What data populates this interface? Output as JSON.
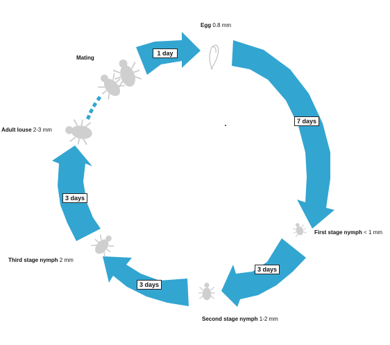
{
  "colors": {
    "arrow": "#33a5d1",
    "louse": "#cfcfcf",
    "text": "#111111"
  },
  "stages": {
    "egg": {
      "name": "Egg",
      "size": "0.8 mm"
    },
    "first_nymph": {
      "name": "First stage nymph",
      "size": "< 1 mm"
    },
    "second_nymph": {
      "name": "Second stage nymph",
      "size": "1-2 mm"
    },
    "third_nymph": {
      "name": "Third stage nymph",
      "size": "2 mm"
    },
    "adult": {
      "name": "Adult louse",
      "size": "2-3 mm"
    },
    "mating": {
      "name": "Mating"
    }
  },
  "durations": {
    "egg_to_first": "7 days",
    "first_to_second": "3 days",
    "second_to_third": "3 days",
    "third_to_adult": "3 days",
    "mating_to_egg": "1 day"
  },
  "icons": {
    "egg": "egg-icon",
    "louse": "louse-icon"
  }
}
